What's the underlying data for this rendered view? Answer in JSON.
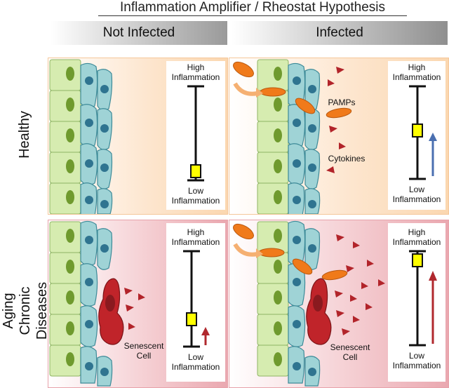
{
  "title": "Inflammation Amplifier / Rheostat Hypothesis",
  "columns": {
    "left": "Not Infected",
    "right": "Infected"
  },
  "rows": {
    "top": "Healthy",
    "bottom_line1": "Aging",
    "bottom_line2": "Chronic Diseases"
  },
  "rheostat": {
    "high_line1": "High",
    "high_line2": "Inflammation",
    "low_line1": "Low",
    "low_line2": "Inflammation"
  },
  "annotations": {
    "pamps": "PAMPs",
    "cytokines": "Cytokines",
    "senescent_line1": "Senescent",
    "senescent_line2": "Cell"
  },
  "colors": {
    "epithelium_green": "#d6ecb0",
    "nucleus_green": "#6f9a2e",
    "cell_blue": "#9fd3d6",
    "nucleus_blue": "#2f7490",
    "bacteria_orange": "#f07a1a",
    "senescent_red": "#c0242a",
    "cytokine_red": "#b2242a",
    "slider_yellow": "#ffff00",
    "arrow_blue": "#4a6fb0",
    "arrow_red": "#b0282e"
  },
  "levels": {
    "healthy_not_infected": "low",
    "healthy_infected": "mid",
    "aging_not_infected": "low-mid",
    "aging_infected": "high"
  }
}
